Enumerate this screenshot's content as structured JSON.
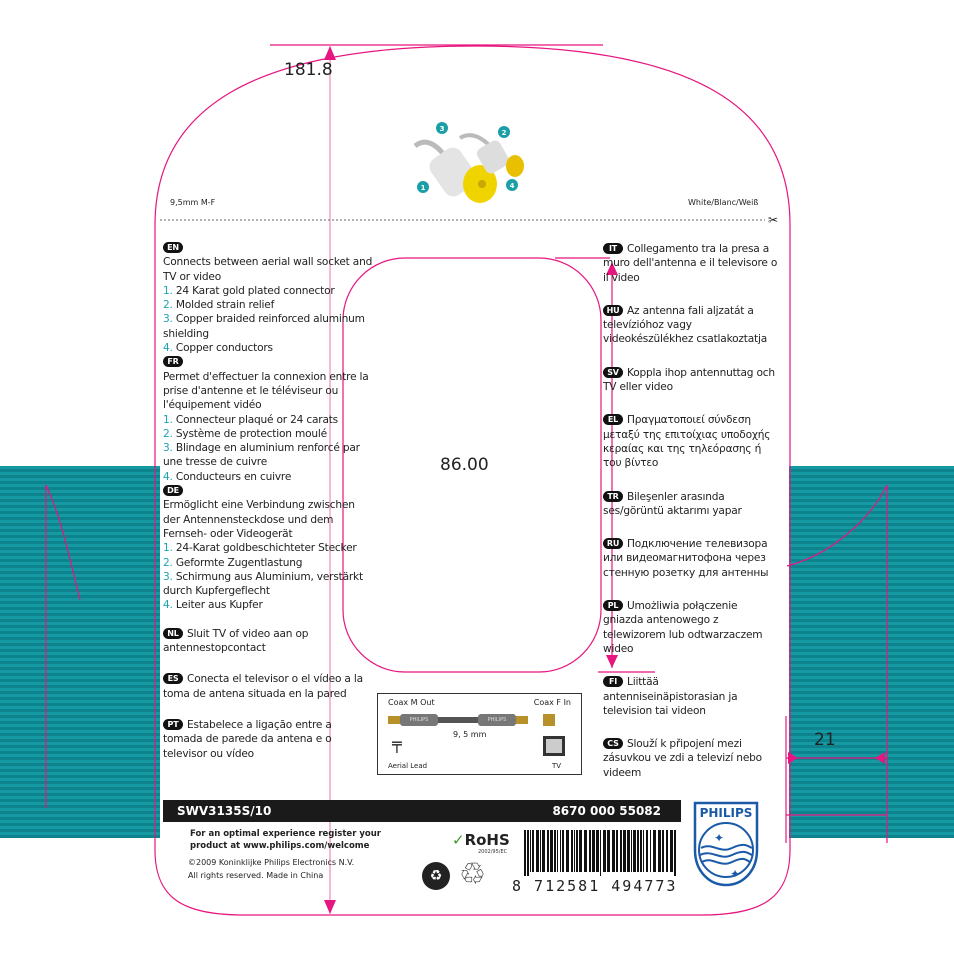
{
  "header": {
    "left_label": "9,5mm M-F",
    "right_label": "White/Blanc/Weiß",
    "callouts": [
      "1",
      "2",
      "3",
      "4"
    ]
  },
  "dimensions": {
    "height": "181.8",
    "width": "86.00",
    "flap": "21"
  },
  "left_sections": [
    {
      "code": "EN",
      "text": "Connects between aerial wall socket and TV or video",
      "items": [
        "24 Karat gold plated connector",
        "Molded strain relief",
        "Copper braided reinforced aluminum shielding",
        "Copper conductors"
      ]
    },
    {
      "code": "FR",
      "text": "Permet d'effectuer la connexion entre la prise d'antenne et le téléviseur ou l'équipement vidéo",
      "items": [
        "Connecteur plaqué or 24 carats",
        "Système de protection moulé",
        "Blindage en aluminium renforcé par une tresse de cuivre",
        "Conducteurs en cuivre"
      ]
    },
    {
      "code": "DE",
      "text": "Ermöglicht eine Verbindung zwischen der Antennensteckdose und dem Fernseh- oder Videogerät",
      "items": [
        "24-Karat goldbeschichteter Stecker",
        "Geformte Zugentlastung",
        "Schirmung aus Aluminium, verstärkt durch Kupfergeflecht",
        "Leiter aus Kupfer"
      ]
    },
    {
      "code": "NL",
      "text": "Sluit TV of video aan op antennestopcontact"
    },
    {
      "code": "ES",
      "text": "Conecta el televisor o el vídeo a la toma de antena situada en la pared"
    },
    {
      "code": "PT",
      "text": "Estabelece a ligação entre a tomada de parede da antena e o televisor ou vídeo"
    }
  ],
  "right_sections": [
    {
      "code": "IT",
      "text": "Collegamento tra la presa a muro dell'antenna e il televisore o il video"
    },
    {
      "code": "HU",
      "text": "Az antenna fali aljzatát a televízióhoz vagy videokészülékhez csatlakoztatja"
    },
    {
      "code": "SV",
      "text": "Koppla ihop antennuttag och TV eller video"
    },
    {
      "code": "EL",
      "text": "Πραγματοποιεί σύνδεση μεταξύ της επιτοίχιας υποδοχής κεραίας και της τηλεόρασης ή του βίντεο"
    },
    {
      "code": "TR",
      "text": "Bileşenler arasında ses/görüntü aktarımı yapar"
    },
    {
      "code": "RU",
      "text": "Подключение телевизора или видеомагнитофона через стенную розетку для антенны"
    },
    {
      "code": "PL",
      "text": "Umożliwia połączenie gniazda antenowego z telewizorem lub odtwarzaczem wideo"
    },
    {
      "code": "FI",
      "text": "Liittää antenniseinäpistorasian ja television tai videon"
    },
    {
      "code": "CS",
      "text": "Slouží k připojení mezi zásuvkou ve zdi a televizí nebo videem"
    }
  ],
  "diagram": {
    "left_top": "Coax M Out",
    "right_top": "Coax F In",
    "center": "9, 5 mm",
    "left_bottom": "Aerial Lead",
    "right_bottom": "TV",
    "brand_on_plug": "PHILIPS"
  },
  "bar": {
    "model": "SWV3135S/10",
    "code": "8670 000 55082"
  },
  "footer": {
    "register": "For an optimal experience register your product at www.philips.com/welcome",
    "copyright": "©2009 Koninklijke Philips Electronics N.V.",
    "rights": "All rights reserved. Made in China",
    "rohs": "RoHS",
    "rohs_sub": "2002/95/EC",
    "barcode": "8 712581 494773"
  },
  "logo": {
    "brand": "PHILIPS"
  },
  "colors": {
    "cutline": "#e6157f",
    "teal": "#159aa4",
    "accent_number": "#1ba4b2"
  }
}
